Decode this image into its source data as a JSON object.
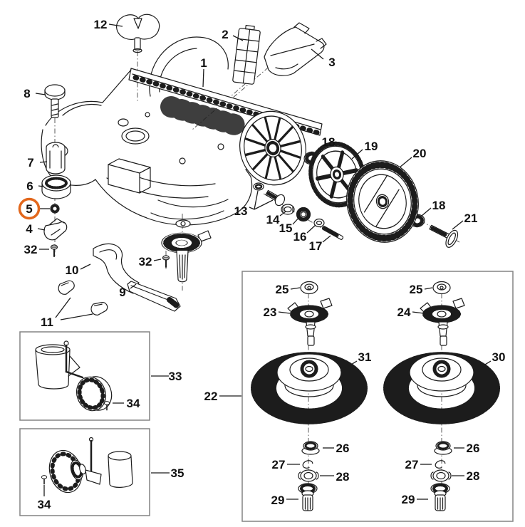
{
  "diagram": {
    "kind": "exploded-parts-diagram",
    "selected_callout": "5"
  },
  "colors": {
    "background": "#ffffff",
    "line": "#1c1c1c",
    "label": "#111111",
    "highlight": "#e2671c",
    "box_border": "#838383"
  },
  "callouts": [
    {
      "label": "12"
    },
    {
      "label": "2"
    },
    {
      "label": "1"
    },
    {
      "label": "3"
    },
    {
      "label": "8"
    },
    {
      "label": "18"
    },
    {
      "label": "19"
    },
    {
      "label": "20"
    },
    {
      "label": "7"
    },
    {
      "label": "6"
    },
    {
      "label": "5"
    },
    {
      "label": "13"
    },
    {
      "label": "4"
    },
    {
      "label": "14"
    },
    {
      "label": "15"
    },
    {
      "label": "16"
    },
    {
      "label": "17"
    },
    {
      "label": "18"
    },
    {
      "label": "21"
    },
    {
      "label": "32"
    },
    {
      "label": "10"
    },
    {
      "label": "32"
    },
    {
      "label": "9"
    },
    {
      "label": "11"
    },
    {
      "label": "33"
    },
    {
      "label": "34"
    },
    {
      "label": "35"
    },
    {
      "label": "34"
    },
    {
      "label": "22"
    },
    {
      "label": "25"
    },
    {
      "label": "23"
    },
    {
      "label": "31"
    },
    {
      "label": "26"
    },
    {
      "label": "27"
    },
    {
      "label": "28"
    },
    {
      "label": "29"
    },
    {
      "label": "25"
    },
    {
      "label": "24"
    },
    {
      "label": "30"
    },
    {
      "label": "26"
    },
    {
      "label": "27"
    },
    {
      "label": "28"
    },
    {
      "label": "29"
    }
  ]
}
